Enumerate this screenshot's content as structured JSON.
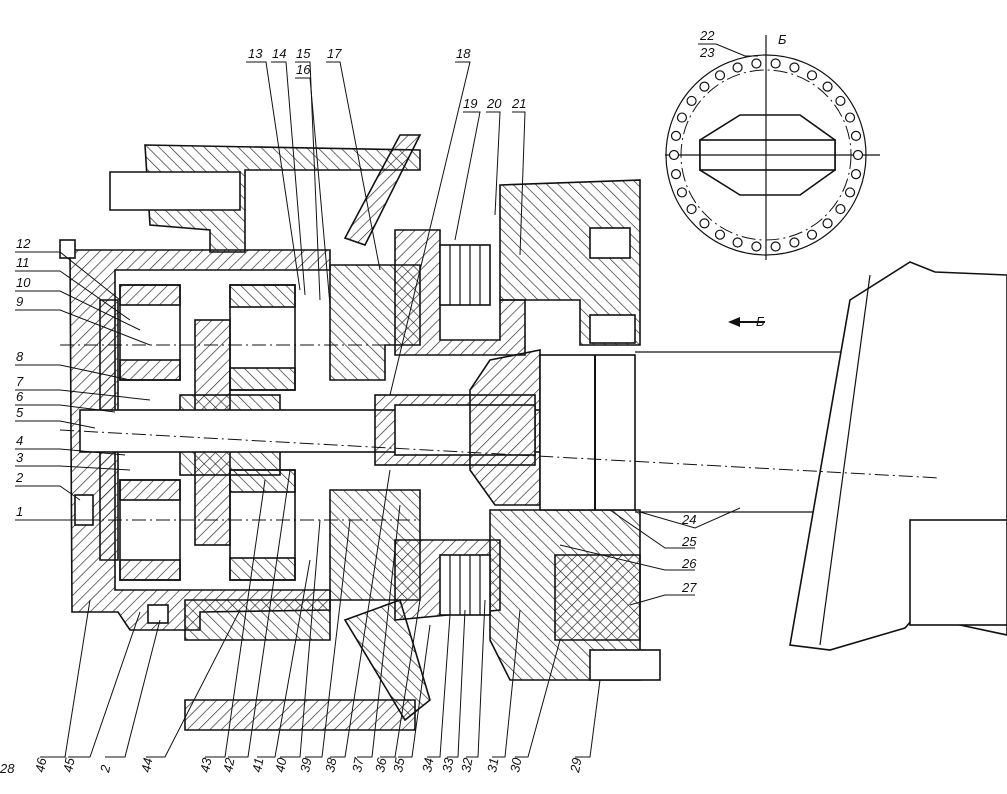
{
  "callouts_left": [
    "12",
    "11",
    "10",
    "9",
    "8",
    "7",
    "6",
    "5",
    "4",
    "3",
    "2",
    "1"
  ],
  "callouts_top": [
    "13",
    "14",
    "15",
    "16",
    "17",
    "18",
    "19",
    "20",
    "21"
  ],
  "callouts_right": [
    "24",
    "25",
    "26",
    "27"
  ],
  "callouts_bottom": [
    "46",
    "45",
    "2",
    "44",
    "43",
    "42",
    "41",
    "40",
    "39",
    "38",
    "37",
    "36",
    "35",
    "34",
    "33",
    "32",
    "31",
    "30",
    "29",
    "28"
  ],
  "view_label": "Б",
  "view_arrow_label": "Б",
  "view_callout_top": "22",
  "view_callout_bottom": "23"
}
